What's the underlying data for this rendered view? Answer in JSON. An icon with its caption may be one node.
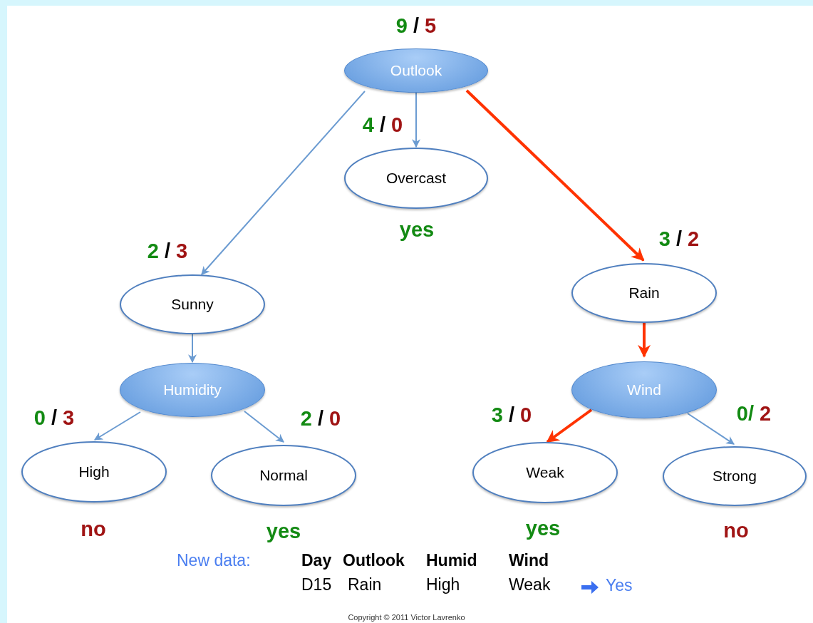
{
  "diagram": {
    "nodes": [
      {
        "text": [
          "Outlook"
        ],
        "beside": [
          "9",
          "/",
          "5"
        ]
      },
      {
        "text": [
          "Overcast"
        ],
        "beside": [
          "4",
          "/",
          "0",
          "yes"
        ]
      },
      {
        "text": [
          "Sunny"
        ],
        "beside": [
          "2",
          "/",
          "3"
        ]
      },
      {
        "text": [
          "Rain"
        ],
        "beside": [
          "3",
          "/",
          "2"
        ]
      },
      {
        "text": [
          "Humidity"
        ]
      },
      {
        "text": [
          "Wind"
        ]
      },
      {
        "text": [
          "High"
        ],
        "beside": [
          "0",
          "/",
          "3",
          "no"
        ]
      },
      {
        "text": [
          "Normal"
        ],
        "beside": [
          "2",
          "/",
          "0",
          "yes"
        ]
      },
      {
        "text": [
          "Weak"
        ],
        "beside": [
          "3",
          "/",
          "0",
          "yes"
        ]
      },
      {
        "text": [
          "Strong"
        ],
        "beside": [
          "0/",
          "2",
          "no"
        ]
      }
    ],
    "edges": [
      {
        "from": 0,
        "to": 2,
        "arrow": "to"
      },
      {
        "from": 0,
        "to": 1,
        "arrow": "to"
      },
      {
        "from": 0,
        "to": 3,
        "arrow": "to",
        "style": "thick",
        "color": "#ff3300"
      },
      {
        "from": 2,
        "to": 4,
        "arrow": "to"
      },
      {
        "from": 4,
        "to": 6,
        "arrow": "to"
      },
      {
        "from": 4,
        "to": 7,
        "arrow": "to"
      },
      {
        "from": 3,
        "to": 5,
        "arrow": "to",
        "style": "thick",
        "color": "#ff3300"
      },
      {
        "from": 5,
        "to": 8,
        "arrow": "to",
        "style": "thick",
        "color": "#ff3300"
      },
      {
        "from": 5,
        "to": 9,
        "arrow": "to"
      }
    ],
    "labels": [
      "New data:",
      "Day",
      "Outlook",
      "Humid",
      "Wind",
      "D15",
      "Rain",
      "High",
      "Weak",
      "Yes",
      "Copyright © 2011 Victor Lavrenko"
    ]
  }
}
